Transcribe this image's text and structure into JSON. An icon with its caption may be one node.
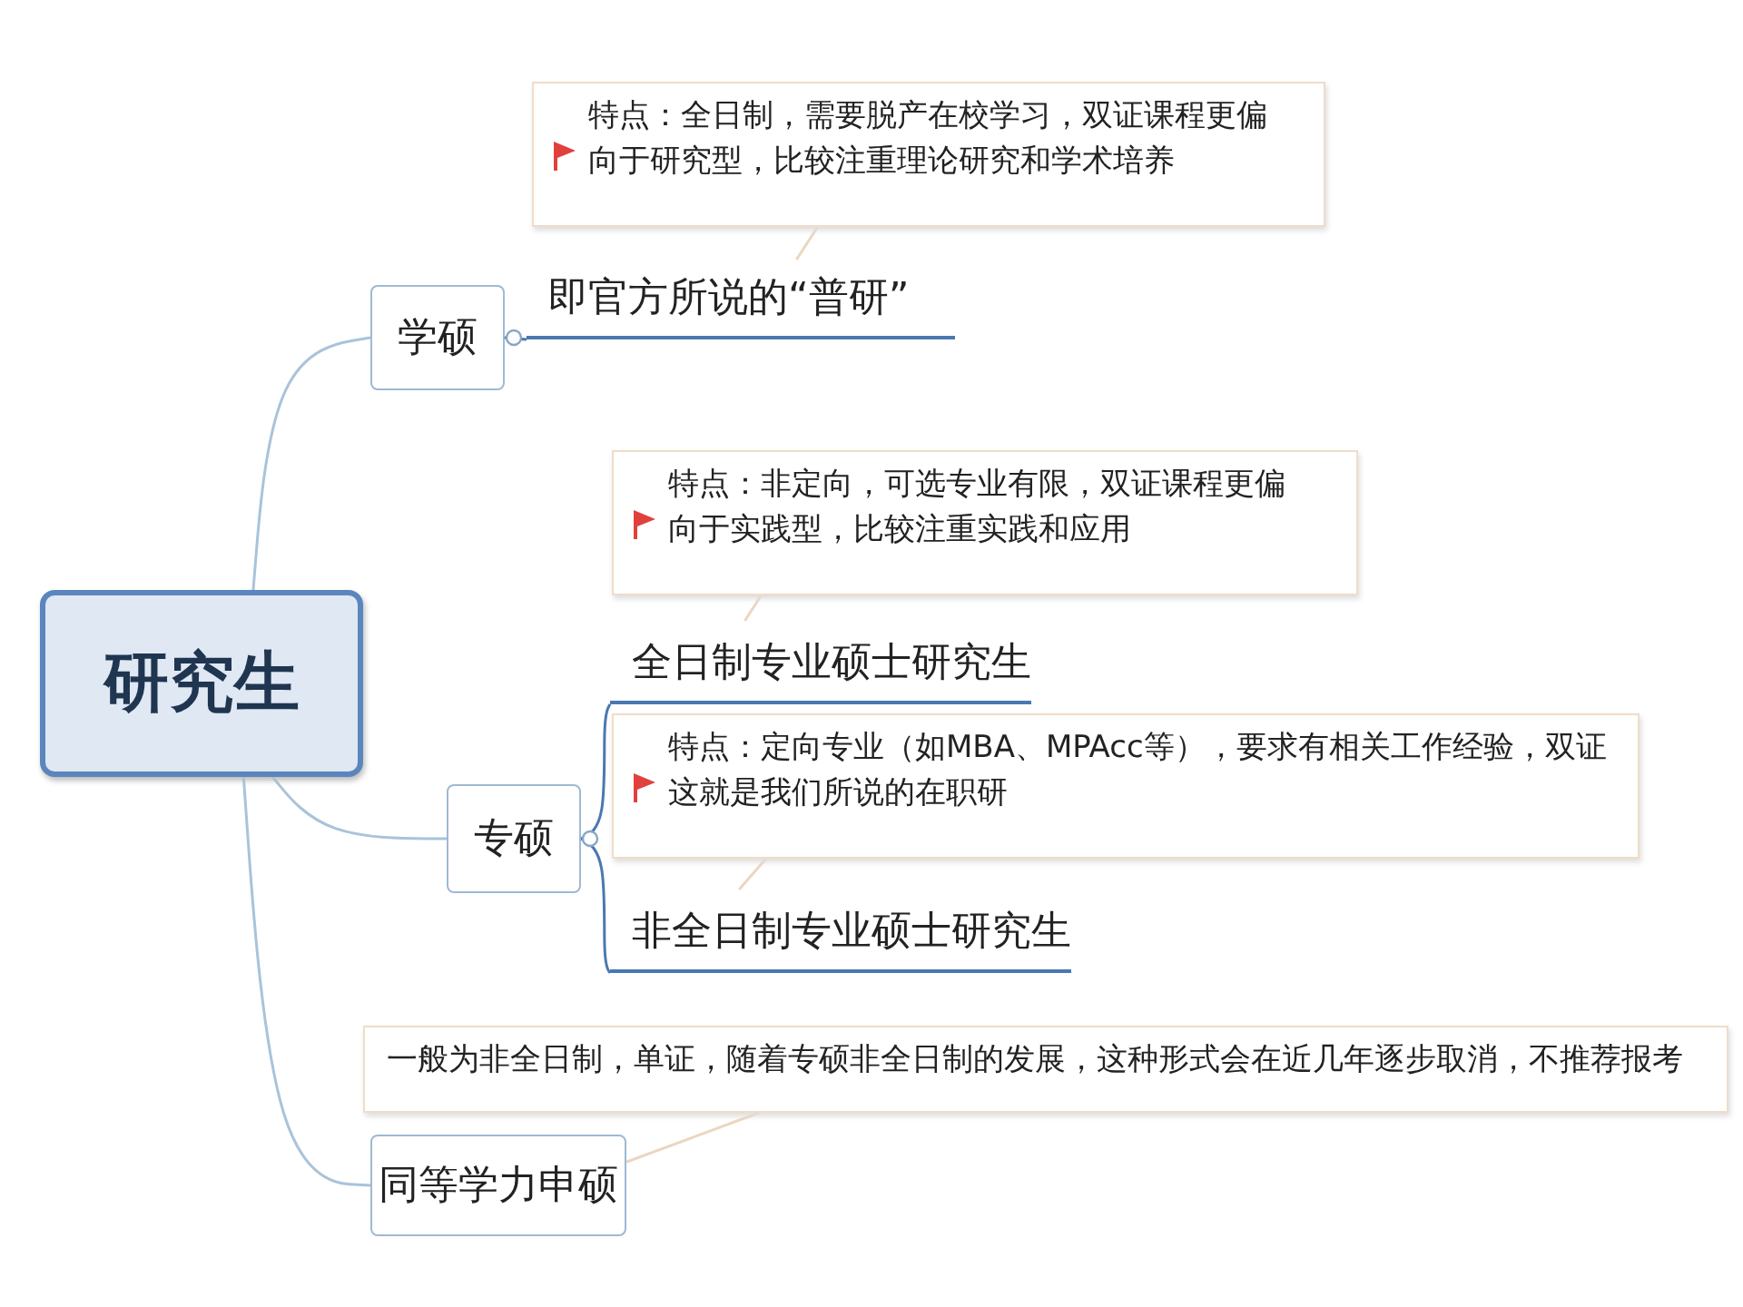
{
  "diagram": {
    "nodes": [
      {
        "text": [
          "研究生"
        ]
      },
      {
        "text": [
          "学硕"
        ]
      },
      {
        "text": [
          "即官方所说的“普研”"
        ]
      },
      {
        "text": [
          "特点：全日制，需要脱产在校学习，双证课程更偏向于研究型，比较注重理论研究和学术培养"
        ]
      },
      {
        "text": [
          "专硕"
        ]
      },
      {
        "text": [
          "全日制专业硕士研究生"
        ]
      },
      {
        "text": [
          "特点：非定向，可选专业有限，双证课程更偏向于实践型，比较注重实践和应用"
        ]
      },
      {
        "text": [
          "非全日制专业硕士研究生"
        ]
      },
      {
        "text": [
          "特点：定向专业（如MBA、MPAcc等），要求有相关工作经验，双证这就是我们所说的在职研"
        ]
      },
      {
        "text": [
          "同等学力申硕"
        ]
      },
      {
        "text": [
          "一般为非全日制，单证，随着专硕非全日制的发展，这种形式会在近几年逐步取消，不推荐报考"
        ]
      }
    ],
    "edges": [
      {
        "from": 0,
        "to": 1,
        "arrow": "none"
      },
      {
        "from": 0,
        "to": 4,
        "arrow": "none"
      },
      {
        "from": 0,
        "to": 9,
        "arrow": "none"
      },
      {
        "from": 1,
        "to": 2,
        "arrow": "none",
        "color": "#4a78b0"
      },
      {
        "from": 4,
        "to": 5,
        "arrow": "none",
        "color": "#4a78b0"
      },
      {
        "from": 4,
        "to": 7,
        "arrow": "none",
        "color": "#4a78b0"
      },
      {
        "from": 3,
        "to": 2,
        "arrow": "none",
        "color": "#ecd6bf"
      },
      {
        "from": 6,
        "to": 5,
        "arrow": "none",
        "color": "#ecd6bf"
      },
      {
        "from": 8,
        "to": 7,
        "arrow": "none",
        "color": "#ecd6bf"
      },
      {
        "from": 10,
        "to": 9,
        "arrow": "none",
        "color": "#ecd6bf"
      }
    ]
  }
}
